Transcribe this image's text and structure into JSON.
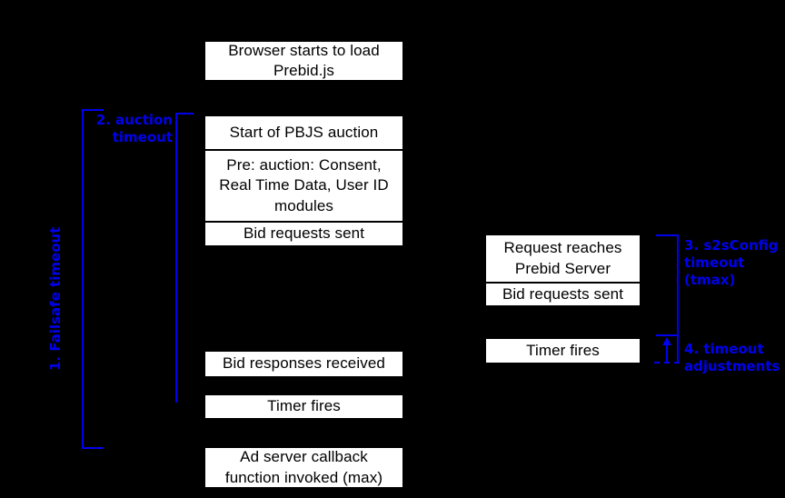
{
  "diagram": {
    "title": "Prebid timeout diagram",
    "background_color": "#000000",
    "box_fill": "#ffffff",
    "box_text_color": "#000000",
    "annotation_color": "#0000ee"
  },
  "client_flow": {
    "column_label": "client-side column",
    "boxes": [
      {
        "id": "browser-loads-prebid",
        "text": "Browser starts to load Prebid.js"
      },
      {
        "id": "auction-start",
        "text": "Start of PBJS auction"
      },
      {
        "id": "pre-auction-modules",
        "text": "Pre: auction: Consent, Real Time Data, User ID modules"
      },
      {
        "id": "bid-requests-sent",
        "text": "Bid requests sent"
      },
      {
        "id": "bid-responses-received",
        "text": "Bid responses received"
      },
      {
        "id": "timer-fires-client",
        "text": "Timer fires"
      },
      {
        "id": "ad-server-callback",
        "text": "Ad server callback function invoked (max)"
      }
    ]
  },
  "server_flow": {
    "column_label": "server-side column",
    "boxes": [
      {
        "id": "request-reaches-server",
        "text": "Request reaches Prebid Server"
      },
      {
        "id": "bid-requests-sent-server",
        "text": "Bid requests sent"
      },
      {
        "id": "timer-fires-server",
        "text": "Timer fires"
      }
    ]
  },
  "annotations": [
    {
      "id": "failsafe-timeout",
      "number": "1.",
      "text": "1. Failsafe timeout",
      "orientation": "vertical"
    },
    {
      "id": "auction-timeout",
      "number": "2.",
      "text": "2. auction\ntimeout",
      "orientation": "horizontal"
    },
    {
      "id": "s2sconfig-timeout",
      "number": "3.",
      "text": "3. s2sConfig\ntimeout (tmax)",
      "orientation": "horizontal"
    },
    {
      "id": "timeout-adjustments",
      "number": "4.",
      "text": "4. timeout\nadjustments",
      "orientation": "horizontal"
    }
  ]
}
